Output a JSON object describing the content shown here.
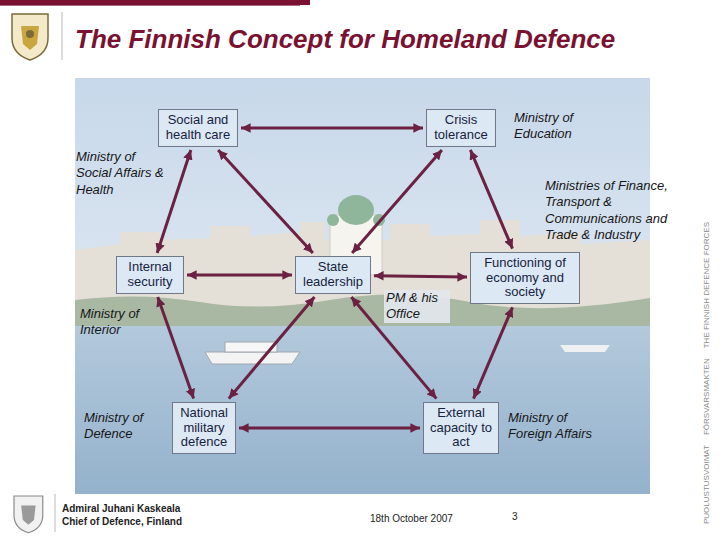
{
  "diagram": {
    "title": "The Finnish Concept for Homeland Defence",
    "nodes": [
      {
        "text": [
          "Social and health care"
        ]
      },
      {
        "text": [
          "Crisis tolerance"
        ]
      },
      {
        "text": [
          "Internal security"
        ]
      },
      {
        "text": [
          "State leadership"
        ]
      },
      {
        "text": [
          "Functioning of economy and society"
        ]
      },
      {
        "text": [
          "National military defence"
        ]
      },
      {
        "text": [
          "External capacity to act"
        ]
      }
    ],
    "edges": [
      {
        "from": 0,
        "to": 1,
        "arrow": "both"
      },
      {
        "from": 1,
        "to": 4,
        "arrow": "both"
      },
      {
        "from": 4,
        "to": 6,
        "arrow": "both"
      },
      {
        "from": 6,
        "to": 5,
        "arrow": "both"
      },
      {
        "from": 5,
        "to": 2,
        "arrow": "both"
      },
      {
        "from": 2,
        "to": 0,
        "arrow": "both"
      },
      {
        "from": 3,
        "to": 0,
        "arrow": "both"
      },
      {
        "from": 3,
        "to": 1,
        "arrow": "both"
      },
      {
        "from": 3,
        "to": 2,
        "arrow": "both"
      },
      {
        "from": 3,
        "to": 4,
        "arrow": "both"
      },
      {
        "from": 3,
        "to": 5,
        "arrow": "both"
      },
      {
        "from": 3,
        "to": 6,
        "arrow": "both"
      }
    ],
    "labels": [
      "Ministry of Social Affairs & Health",
      "Ministry of Education",
      "Ministries of Finance, Transport & Communications and Trade & Industry",
      "Ministry of Interior",
      "PM & his Office",
      "Ministry of Defence",
      "Ministry of Foreign Affairs",
      "Admiral Juhani Kaskeala",
      "Chief of Defence, Finland",
      "18th October 2007",
      "3",
      "PUOLUSTUSVOIMAT",
      "FÖRSVARSMAKTEN",
      "THE FINNISH DEFENCE FORCES"
    ]
  }
}
